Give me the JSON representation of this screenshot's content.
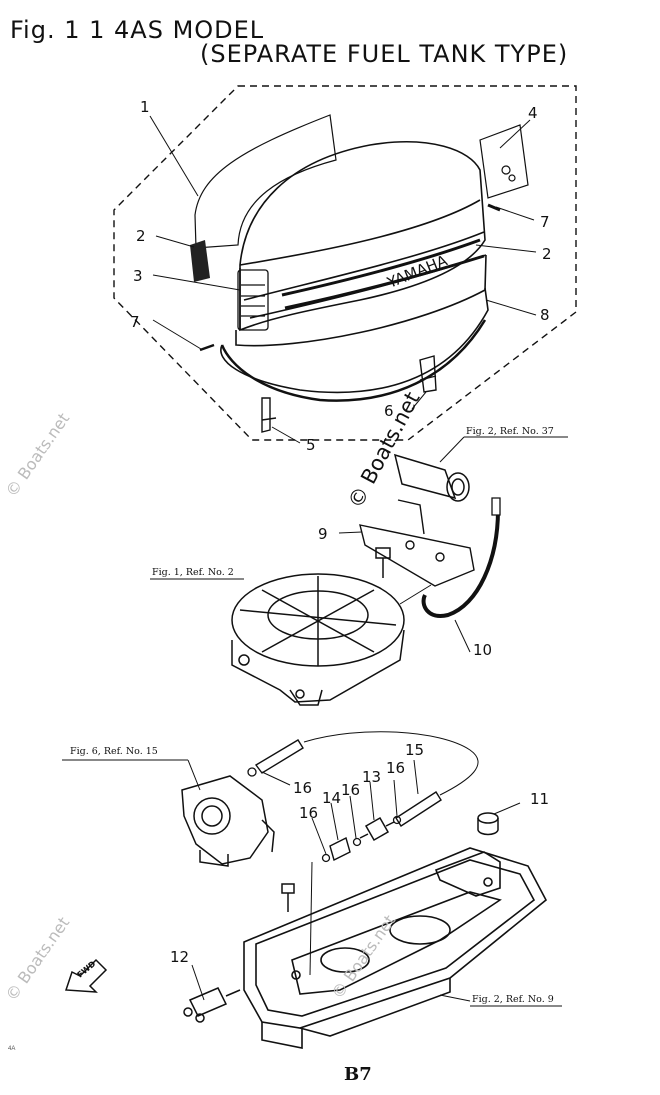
{
  "title": {
    "line1": "Fig. 1 1   4AS MODEL",
    "line2": "(SEPARATE FUEL TANK TYPE)"
  },
  "page_number": "B7",
  "corner_mark": "4A",
  "watermark": "© Boats.net",
  "brand_label": "YAMAHA",
  "fwd_label": "FWD",
  "callouts": [
    "1",
    "2",
    "2",
    "3",
    "4",
    "7",
    "7",
    "8",
    "6",
    "5",
    "9",
    "10",
    "11",
    "12",
    "13",
    "14",
    "15",
    "16",
    "16",
    "16",
    "16"
  ],
  "references": [
    "Fig. 2, Ref. No. 37",
    "Fig. 1, Ref. No. 2",
    "Fig. 6, Ref. No. 15",
    "Fig. 2, Ref. No. 9"
  ],
  "colors": {
    "ink": "#111111",
    "watermark": "#bbbbbb"
  }
}
